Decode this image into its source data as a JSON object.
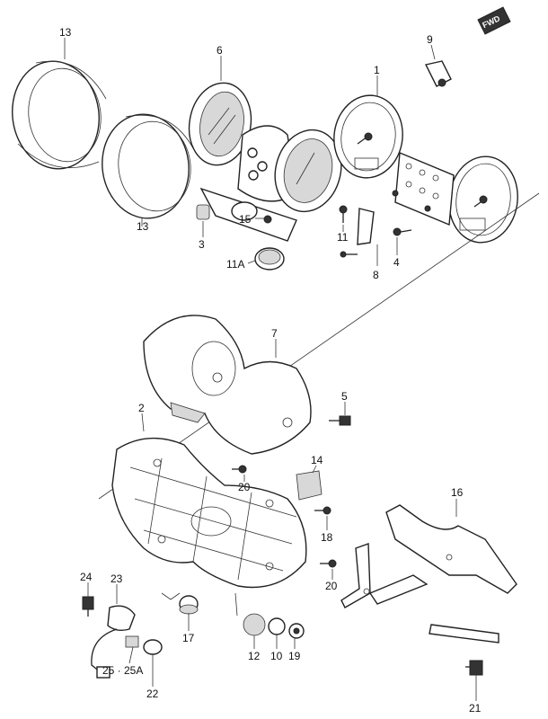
{
  "badge": {
    "text": "FWD"
  },
  "labels": {
    "p1": "1",
    "p2": "2",
    "p3": "3",
    "p4": "4",
    "p5": "5",
    "p6": "6",
    "p7": "7",
    "p8": "8",
    "p9": "9",
    "p10": "10",
    "p11": "11",
    "p11a": "11A",
    "p12": "12",
    "p13a": "13",
    "p13b": "13",
    "p14": "14",
    "p15": "15",
    "p16": "16",
    "p17": "17",
    "p18": "18",
    "p19": "19",
    "p20a": "20",
    "p20b": "20",
    "p21": "21",
    "p22": "22",
    "p23": "23",
    "p24": "24",
    "p25": "25 · 25A"
  },
  "colors": {
    "line": "#222222",
    "shade": "#d8d8d8",
    "badge": "#333333"
  }
}
